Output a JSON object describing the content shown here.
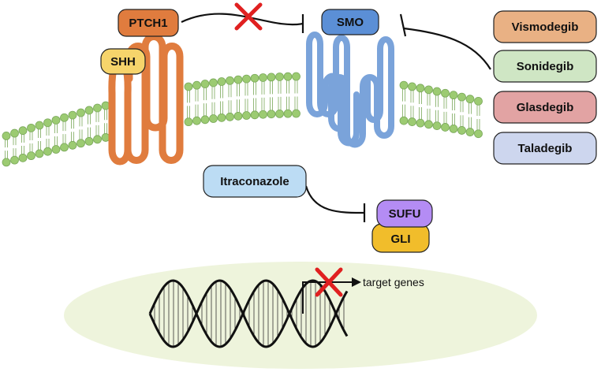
{
  "proteins": {
    "ptch1": {
      "label": "PTCH1",
      "color": "#e07c3e"
    },
    "shh": {
      "label": "SHH",
      "color": "#f6d46b"
    },
    "smo": {
      "label": "SMO",
      "color": "#5b8fd6"
    },
    "sufu": {
      "label": "SUFU",
      "color": "#b48cf4"
    },
    "gli": {
      "label": "GLI",
      "color": "#f1bd2b"
    }
  },
  "drugs": [
    {
      "label": "Vismodegib",
      "color": "#e9b184"
    },
    {
      "label": "Sonidegib",
      "color": "#cfe6c4"
    },
    {
      "label": "Glasdegib",
      "color": "#e2a3a3"
    },
    {
      "label": "Taladegib",
      "color": "#cdd6ee"
    }
  ],
  "itraconazole": {
    "label": "Itraconazole",
    "color": "#bcdcf4"
  },
  "nucleus": {
    "target_label": "target genes",
    "color": "#eef4dc"
  },
  "colors": {
    "membrane": "#9ccb72",
    "membrane_dark": "#7aa85a",
    "ptch1_coil": "#e07c3e",
    "smo_coil": "#7aa3da",
    "block_mark": "#e02020"
  }
}
